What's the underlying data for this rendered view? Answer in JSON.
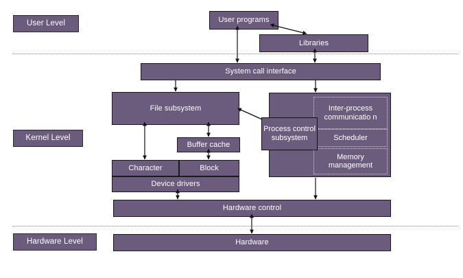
{
  "diagram": {
    "title": "UNIX kernel architecture block diagram",
    "colors": {
      "box_fill": "#6B5B7D",
      "box_border": "#1a1a1a",
      "text": "#ffffff",
      "divider": "#8a8a8a",
      "connector": "#6f6f6f",
      "background": "#ffffff"
    }
  },
  "levels": [
    {
      "id": "user",
      "label": "User Level"
    },
    {
      "id": "kernel",
      "label": "Kernel Level"
    },
    {
      "id": "hardware",
      "label": "Hardware Level"
    }
  ],
  "blocks": {
    "user_programs": "User programs",
    "libraries": "Libraries",
    "system_call_interface": "System call interface",
    "file_subsystem": "File subsystem",
    "buffer_cache": "Buffer cache",
    "character": "Character",
    "block": "Block",
    "device_drivers": "Device drivers",
    "process_control_subsystem": "Process control subsystem",
    "inter_process_communication": "Inter-process communicatio n",
    "scheduler": "Scheduler",
    "memory_management": "Memory management",
    "hardware_control": "Hardware control",
    "hardware": "Hardware"
  }
}
